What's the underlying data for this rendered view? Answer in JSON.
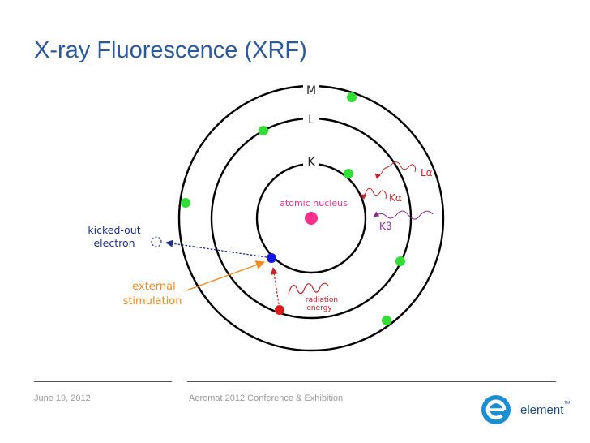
{
  "slide": {
    "title": "X-ray Fluorescence (XRF)"
  },
  "diagram": {
    "shell_labels": {
      "m": "M",
      "l": "L",
      "k": "K"
    },
    "nucleus_label": "atomic nucleus",
    "kicked_out_label_line1": "kicked-out",
    "kicked_out_label_line2": "electron",
    "external_label_line1": "external",
    "external_label_line2": "stimulation",
    "radiation_label_line1": "radiation",
    "radiation_label_line2": "energy",
    "emission_labels": {
      "l_alpha": "Lα",
      "k_alpha": "Kα",
      "k_beta": "Kβ"
    },
    "colors": {
      "electron": "#33dd33",
      "vacancy_electron": "#1515e0",
      "energy_electron": "#e01a1a",
      "nucleus": "#ff2f8c",
      "external_arrow": "#f08a1e",
      "l_alpha": "#c2262e",
      "k_alpha": "#c2262e",
      "k_beta": "#8a2d8a",
      "kicked_out": "#1f2f8a",
      "title": "#2b5a9c"
    }
  },
  "footer": {
    "date": "June 19, 2012",
    "event": "Aeromat 2012 Conference & Exhibition",
    "logo_text": "element",
    "logo_tm": "TM"
  }
}
